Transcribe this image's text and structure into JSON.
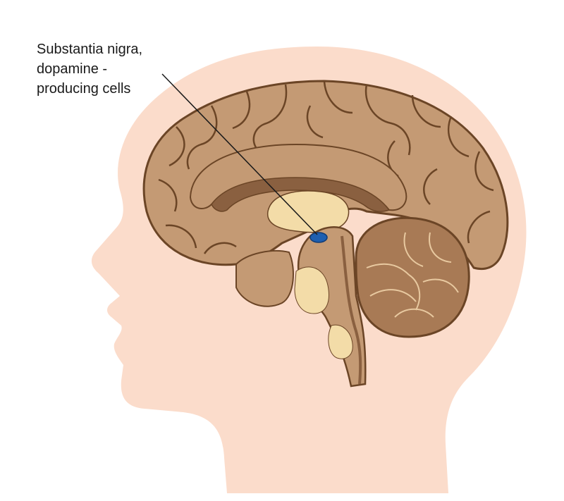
{
  "annotation": {
    "lines": [
      "Substantia nigra,",
      "dopamine -",
      "producing cells"
    ]
  },
  "colors": {
    "background": "#ffffff",
    "skin": "#fbdccb",
    "brain_fill": "#c49a74",
    "brain_dark": "#8a6040",
    "brain_outline": "#6b4526",
    "deep_structure": "#f3dca8",
    "cerebellum": "#a87a55",
    "substantia_nigra": "#1e5fb0",
    "leader_line": "#1a1a1a"
  }
}
